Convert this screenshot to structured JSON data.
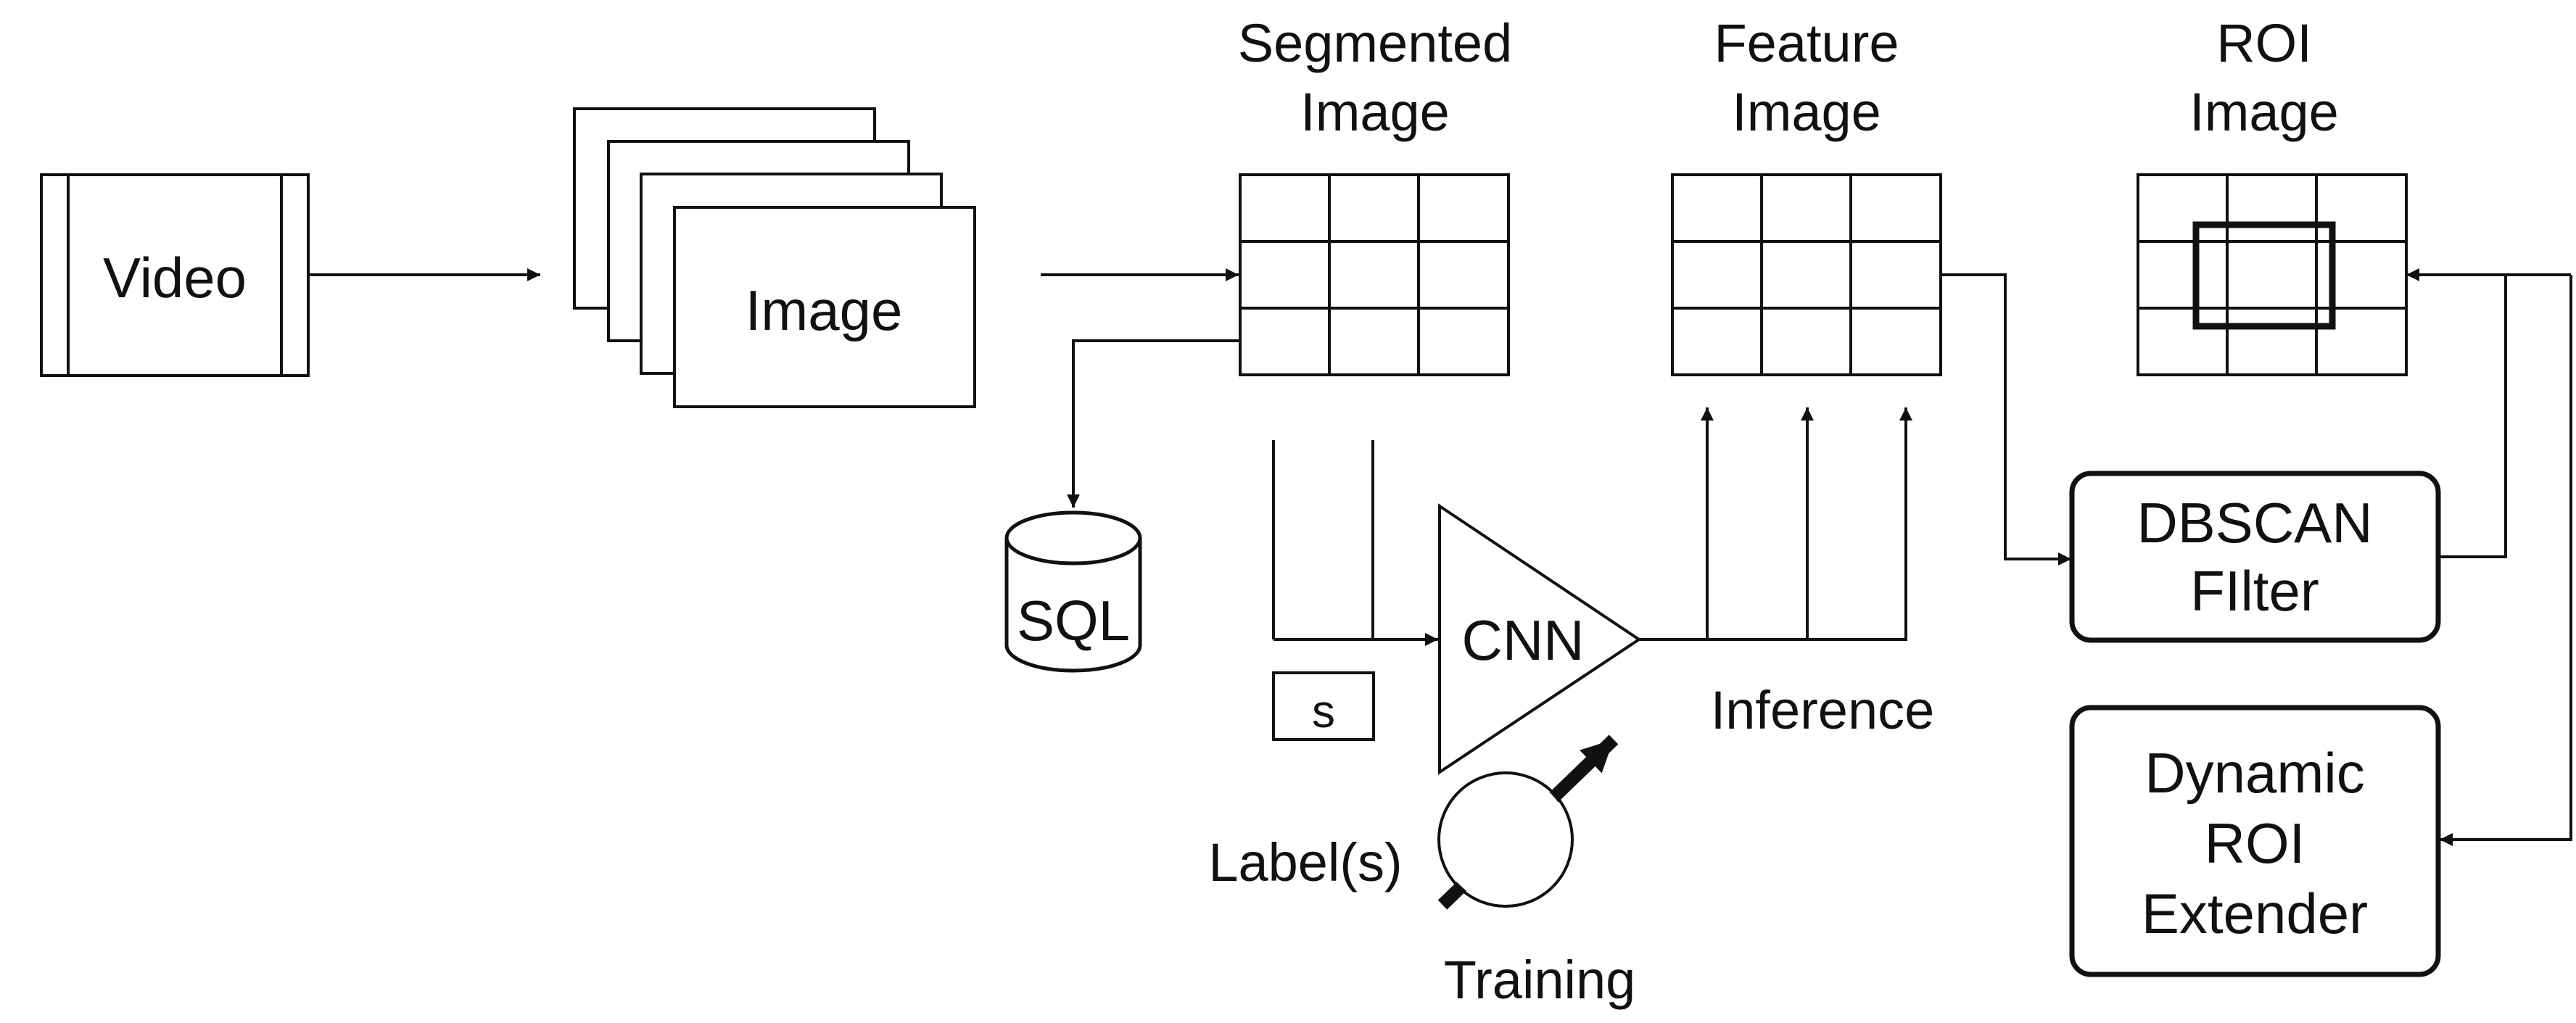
{
  "colors": {
    "line": "#111111",
    "background": "#ffffff"
  },
  "video": {
    "label": "Video"
  },
  "image_stack": {
    "label": "Image"
  },
  "segmented_image": {
    "title_line1": "Segmented",
    "title_line2": "Image"
  },
  "feature_image": {
    "title_line1": "Feature",
    "title_line2": "Image"
  },
  "roi_image": {
    "title_line1": "ROI",
    "title_line2": "Image"
  },
  "sql": {
    "label": "SQL"
  },
  "cnn": {
    "label": "CNN"
  },
  "s_box": {
    "label": "s"
  },
  "inference": {
    "label": "Inference"
  },
  "labels": {
    "label": "Label(s)"
  },
  "training": {
    "label": "Training"
  },
  "dbscan": {
    "line1": "DBSCAN",
    "line2": "FIlter"
  },
  "dynamic_roi": {
    "line1": "Dynamic",
    "line2": "ROI",
    "line3": "Extender"
  }
}
